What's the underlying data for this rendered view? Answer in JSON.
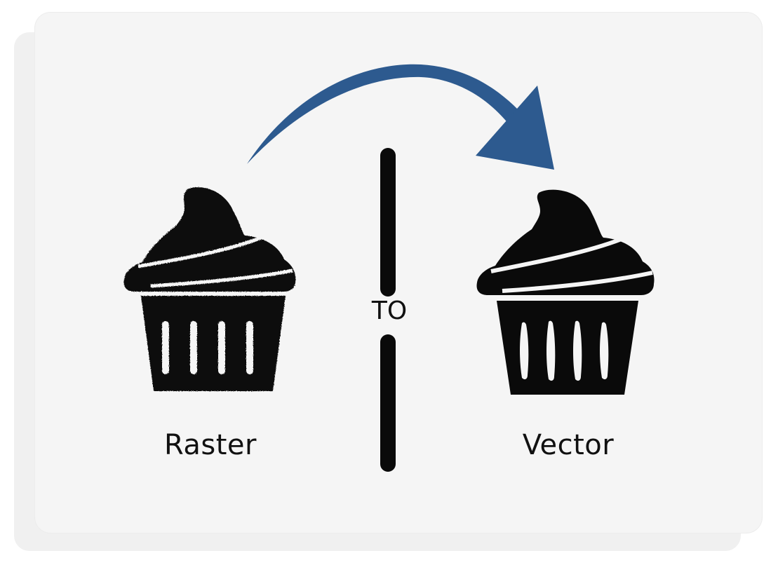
{
  "diagram": {
    "left_label": "Raster",
    "right_label": "Vector",
    "divider_label": "TO",
    "arrow_color": "#2d5a8f",
    "icon_color": "#0a0a0a",
    "icons": {
      "left": "cupcake-icon",
      "right": "cupcake-icon",
      "arrow": "curved-arrow-icon"
    }
  }
}
